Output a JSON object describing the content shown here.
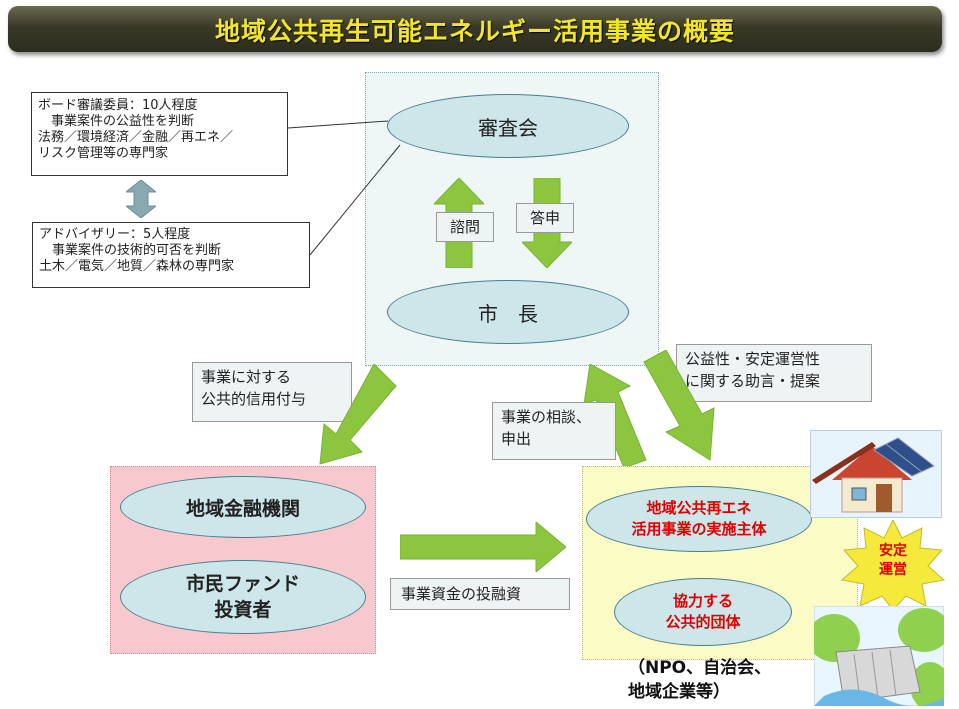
{
  "title": "地域公共再生可能エネルギー活用事業の概要",
  "board_note": {
    "lines": [
      "ボード審議委員：10人程度",
      "　事業案件の公益性を判断",
      "法務／環境経済／金融／再エネ／",
      "リスク管理等の専門家"
    ]
  },
  "advisory_note": {
    "lines": [
      "アドバイザリー：5人程度",
      "　事業案件の技術的可否を判断",
      "土木／電気／地質／森林の専門家"
    ]
  },
  "council": {
    "label": "審査会"
  },
  "mayor": {
    "label": "市　長"
  },
  "consult_label": "諮問",
  "report_label": "答申",
  "credit_label": {
    "lines": [
      "事業に対する",
      "公共的信用付与"
    ]
  },
  "advice_label": {
    "lines": [
      "公益性・安定運営性",
      "に関する助言・提案"
    ]
  },
  "consult_apply_label": {
    "lines": [
      "事業の相談、",
      "申出"
    ]
  },
  "finance_panel": {
    "bank": "地域金融機関",
    "fund_lines": [
      "市民ファンド",
      "投資者"
    ]
  },
  "investment_label": "事業資金の投融資",
  "implementer": {
    "lines": [
      "地域公共再エネ",
      "活用事業の実施主体"
    ]
  },
  "partner": {
    "lines": [
      "協力する",
      "公共的団体"
    ]
  },
  "partner_examples": {
    "lines": [
      "（NPO、自治会、",
      "地域企業等）"
    ]
  },
  "stable_badge": {
    "lines": [
      "安定",
      "運営"
    ]
  },
  "colors": {
    "title_text": "#f2e52a",
    "arrow_green": "#8cc63f",
    "ellipse_fill": "#cde6ea",
    "finance_fill": "#f7c9cf",
    "implementer_fill": "#fbfbc6",
    "accent_red": "#e00000",
    "badge_yellow": "#f5e93c"
  },
  "icons": [
    "house-solar-icon",
    "hydro-dam-icon",
    "up-arrow-icon",
    "down-arrow-icon",
    "right-arrow-icon",
    "left-right-arrow-icon"
  ]
}
